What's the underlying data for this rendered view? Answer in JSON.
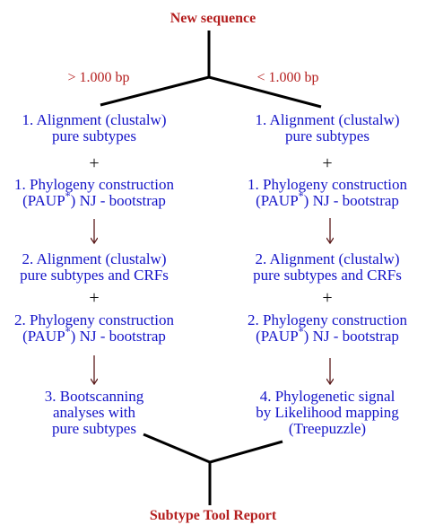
{
  "title": "New sequence",
  "footer": "Subtype Tool Report",
  "branch_labels": {
    "left": "> 1.000 bp",
    "right": "< 1.000 bp"
  },
  "plus_symbol": "+",
  "left": {
    "step1_align": [
      "1. Alignment (clustalw)",
      "pure subtypes"
    ],
    "step1_phylo": [
      "1. Phylogeny construction",
      "(PAUP",
      "*",
      ") NJ - bootstrap"
    ],
    "step2_align": [
      "2. Alignment (clustalw)",
      "pure subtypes and CRFs"
    ],
    "step2_phylo": [
      "2. Phylogeny construction",
      "(PAUP",
      "*",
      ") NJ - bootstrap"
    ],
    "step3": [
      "3. Bootscanning",
      "analyses with",
      "pure subtypes"
    ]
  },
  "right": {
    "step1_align": [
      "1. Alignment (clustalw)",
      "pure subtypes"
    ],
    "step1_phylo": [
      "1. Phylogeny construction",
      "(PAUP",
      "*",
      ") NJ - bootstrap"
    ],
    "step2_align": [
      "2. Alignment (clustalw)",
      "pure subtypes and CRFs"
    ],
    "step2_phylo": [
      "2. Phylogeny construction",
      "(PAUP",
      "*",
      ") NJ - bootstrap"
    ],
    "step4": [
      "4. Phylogenetic signal",
      "by Likelihood mapping",
      "(Treepuzzle)"
    ]
  },
  "colors": {
    "text_blue": "#1414c8",
    "text_red": "#b41e1e",
    "arrow": "#5a1a1a",
    "branch": "#000000"
  }
}
